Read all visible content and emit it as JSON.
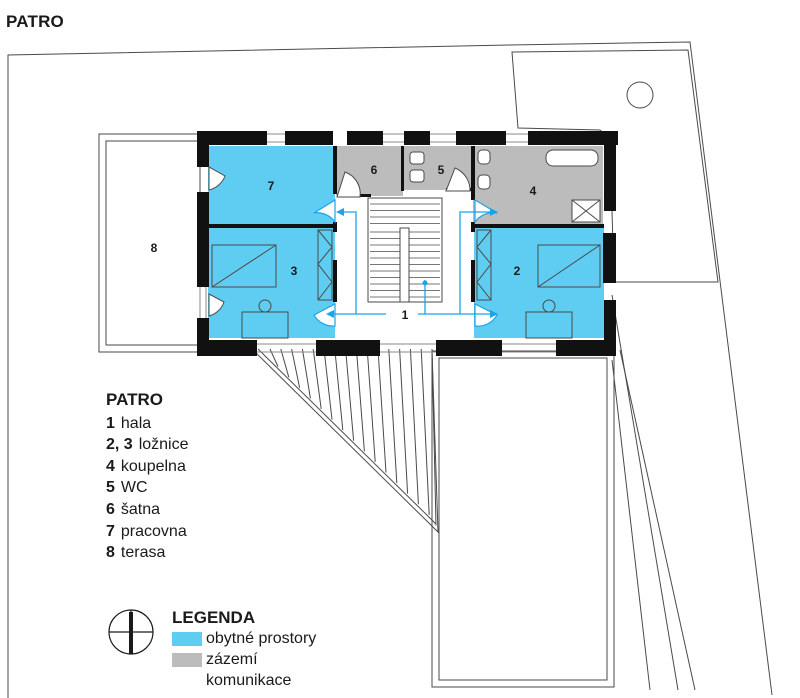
{
  "page_title": "PATRO",
  "colors": {
    "living": "#5fcdf2",
    "service": "#bcbcbc",
    "wall": "#111111",
    "circulation": "#1aa3e8",
    "outline": "#4a4a4a"
  },
  "rooms": [
    {
      "number": "1",
      "name": "hala"
    },
    {
      "number": "2",
      "name": "ložnice"
    },
    {
      "number": "3",
      "name": "ložnice"
    },
    {
      "number": "4",
      "name": "koupelna"
    },
    {
      "number": "5",
      "name": "WC"
    },
    {
      "number": "6",
      "name": "šatna"
    },
    {
      "number": "7",
      "name": "pracovna"
    },
    {
      "number": "8",
      "name": "terasa"
    }
  ],
  "room_list": {
    "heading": "PATRO",
    "rows": [
      {
        "num": "1",
        "label": "hala"
      },
      {
        "num": "2, 3",
        "label": "ložnice"
      },
      {
        "num": "4",
        "label": "koupelna"
      },
      {
        "num": "5",
        "label": "WC"
      },
      {
        "num": "6",
        "label": "šatna"
      },
      {
        "num": "7",
        "label": "pracovna"
      },
      {
        "num": "8",
        "label": "terasa"
      }
    ]
  },
  "legend": {
    "heading": "LEGENDA",
    "living_label": "obytné prostory",
    "service_label_1": "zázemí",
    "service_label_2": "komunikace"
  },
  "north_icon": "north-arrow-icon"
}
